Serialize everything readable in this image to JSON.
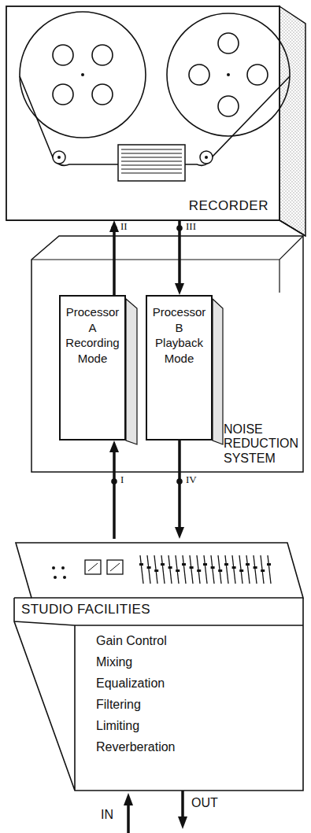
{
  "diagram": {
    "nodes": [
      {
        "text": [
          "RECORDER"
        ]
      },
      {
        "text": [
          "NOISE REDUCTION SYSTEM"
        ]
      },
      {
        "text": [
          "Processor A Recording Mode"
        ],
        "in": 1
      },
      {
        "text": [
          "Processor B Playback Mode"
        ],
        "in": 1
      },
      {
        "text": [
          "STUDIO FACILITIES",
          "Gain Control",
          "Mixing",
          "Equalization",
          "Filtering",
          "Limiting",
          "Reverberation"
        ]
      }
    ],
    "edges": [
      {
        "from": 2,
        "to": 0,
        "label": "II",
        "arrow": "to"
      },
      {
        "from": 0,
        "to": 3,
        "label": "III",
        "arrow": "to"
      },
      {
        "from": 4,
        "to": 2,
        "label": "I",
        "arrow": "to"
      },
      {
        "from": 3,
        "to": 4,
        "label": "IV",
        "arrow": "to"
      }
    ],
    "labels": [
      "IN",
      "OUT"
    ]
  }
}
